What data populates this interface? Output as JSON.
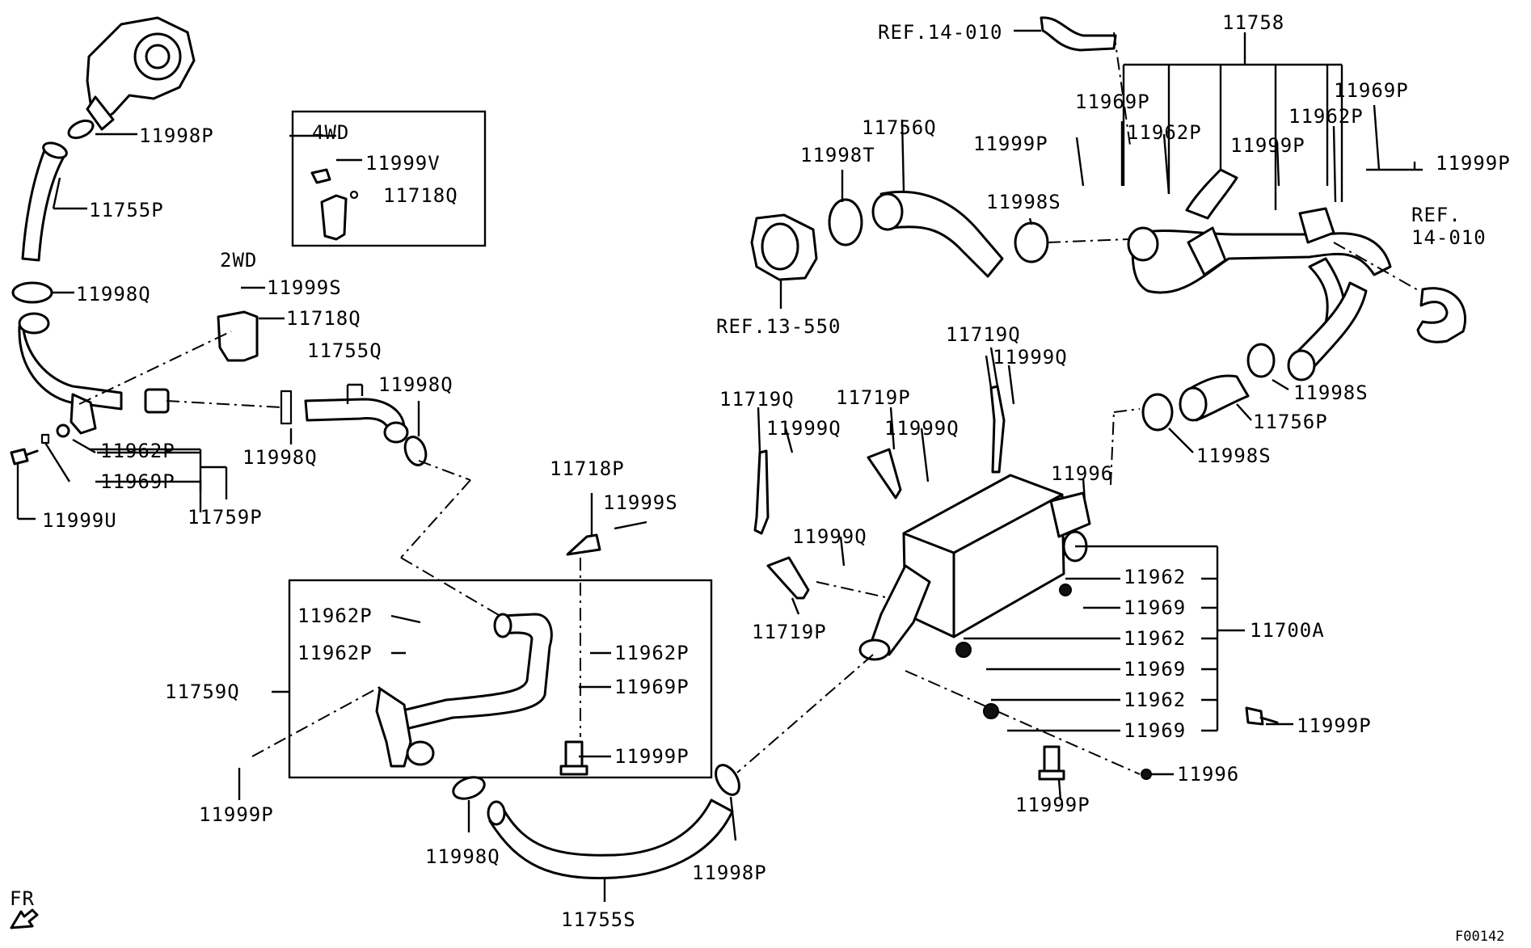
{
  "diagram_code": "F00142",
  "direction_label": "FR",
  "labels": {
    "p11998P_top": "11998P",
    "p11755P": "11755P",
    "p11998Q_left": "11998Q",
    "box_4wd": "4WD",
    "p11999V": "11999V",
    "p11718Q_4wd": "11718Q",
    "label_2wd": "2WD",
    "p11999S_left": "11999S",
    "p11718Q_2wd": "11718Q",
    "p11755Q": "11755Q",
    "p11998Q_mid": "11998Q",
    "p11998Q_clip": "11998Q",
    "p11962P_left": "11962P",
    "p11969P_left": "11969P",
    "p11759P": "11759P",
    "p11999U": "11999U",
    "p11718P": "11718P",
    "p11999S_mid": "11999S",
    "p11962P_box1": "11962P",
    "p11962P_box2": "11962P",
    "p11759Q": "11759Q",
    "p11962P_box3": "11962P",
    "p11969P_box": "11969P",
    "p11999P_box": "11999P",
    "p11999P_bl": "11999P",
    "p11998Q_bottom": "11998Q",
    "p11755S": "11755S",
    "p11998P_bottom": "11998P",
    "ref_14_010_top": "REF.14-010",
    "p11758": "11758",
    "p11969P_r1": "11969P",
    "p11969P_r2": "11969P",
    "p11756Q": "11756Q",
    "p11962P_r1": "11962P",
    "p11962P_r2": "11962P",
    "p11998T": "11998T",
    "p11999P_r1": "11999P",
    "p11999P_r2": "11999P",
    "p11999P_r3": "11999P",
    "p11998S_r1": "11998S",
    "ref_14_010_right_1": "REF.",
    "ref_14_010_right_2": "14-010",
    "ref_13_550": "REF.13-550",
    "p11719Q_top": "11719Q",
    "p11999Q_top": "11999Q",
    "p11998S_r2": "11998S",
    "p11719Q_left": "11719Q",
    "p11719P_mid": "11719P",
    "p11999Q_a": "11999Q",
    "p11999Q_b": "11999Q",
    "p11756P": "11756P",
    "p11998S_r3": "11998S",
    "p11996_top": "11996",
    "p11999Q_c": "11999Q",
    "p11719P_low": "11719P",
    "p11962_1": "11962",
    "p11969_1": "11969",
    "p11962_2": "11962",
    "p11700A": "11700A",
    "p11969_2": "11969",
    "p11962_3": "11962",
    "p11969_3": "11969",
    "p11999P_ic": "11999P",
    "p11996_bottom": "11996",
    "p11999P_bottom": "11999P"
  }
}
